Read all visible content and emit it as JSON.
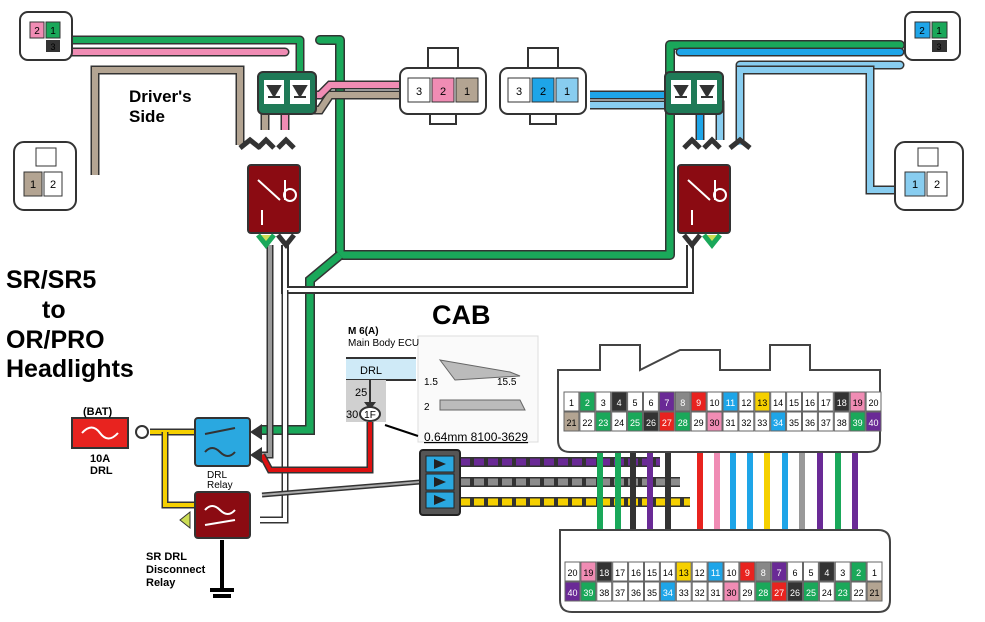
{
  "title": {
    "line1": "SR/SR5",
    "line2": "to",
    "line3": "OR/PRO",
    "line4": "Headlights"
  },
  "labels": {
    "drivers_side_1": "Driver's",
    "drivers_side_2": "Side",
    "cab": "CAB",
    "bat": "(BAT)",
    "fuse_1": "10A",
    "fuse_2": "DRL",
    "drl_relay_1": "DRL",
    "drl_relay_2": "Relay",
    "disconnect_1": "SR DRL",
    "disconnect_2": "Disconnect",
    "disconnect_3": "Relay"
  },
  "ecu": {
    "connector": "M 6(A)",
    "name": "Main Body ECU",
    "pin_label": "DRL",
    "pin_num": "25",
    "side_num": "30",
    "terminal": "1F"
  },
  "terminal_spec": {
    "dim_1": "1.5",
    "dim_2": "15.5",
    "dim_3": "2",
    "part": "0.64mm 8100-3629"
  },
  "plugs": {
    "top_left": [
      "2",
      "1",
      "3"
    ],
    "left_side": [
      "1",
      "2"
    ],
    "center_left": [
      "3",
      "2",
      "1"
    ],
    "center_right": [
      "3",
      "2",
      "1"
    ],
    "top_right": [
      "2",
      "1",
      "3"
    ],
    "right_side": [
      "1",
      "2"
    ]
  },
  "connector_top": {
    "row1": [
      "1",
      "2",
      "3",
      "4",
      "5",
      "6",
      "7",
      "8",
      "9",
      "10",
      "11",
      "12",
      "13",
      "14",
      "15",
      "16",
      "17",
      "18",
      "19",
      "20"
    ],
    "row2": [
      "21",
      "22",
      "23",
      "24",
      "25",
      "26",
      "27",
      "28",
      "29",
      "30",
      "31",
      "32",
      "33",
      "34",
      "35",
      "36",
      "37",
      "38",
      "39",
      "40"
    ]
  },
  "connector_bottom": {
    "row1": [
      "20",
      "19",
      "18",
      "17",
      "16",
      "15",
      "14",
      "13",
      "12",
      "11",
      "10",
      "9",
      "8",
      "7",
      "6",
      "5",
      "4",
      "3",
      "2",
      "1"
    ],
    "row2": [
      "40",
      "39",
      "38",
      "37",
      "36",
      "35",
      "34",
      "33",
      "32",
      "31",
      "30",
      "29",
      "28",
      "27",
      "26",
      "25",
      "24",
      "23",
      "22",
      "21"
    ]
  },
  "colors": {
    "green": "#1aa85a",
    "pink": "#f08cb4",
    "tan": "#b3a492",
    "blue": "#1ea5e8",
    "lightblue": "#88cdf0",
    "relay_red": "#8b0b12",
    "relay_blue": "#2aa8e0",
    "fuse_red": "#e8231f",
    "yellow": "#f5d000",
    "purple": "#6a2a96",
    "gray": "#8c8c8c"
  }
}
